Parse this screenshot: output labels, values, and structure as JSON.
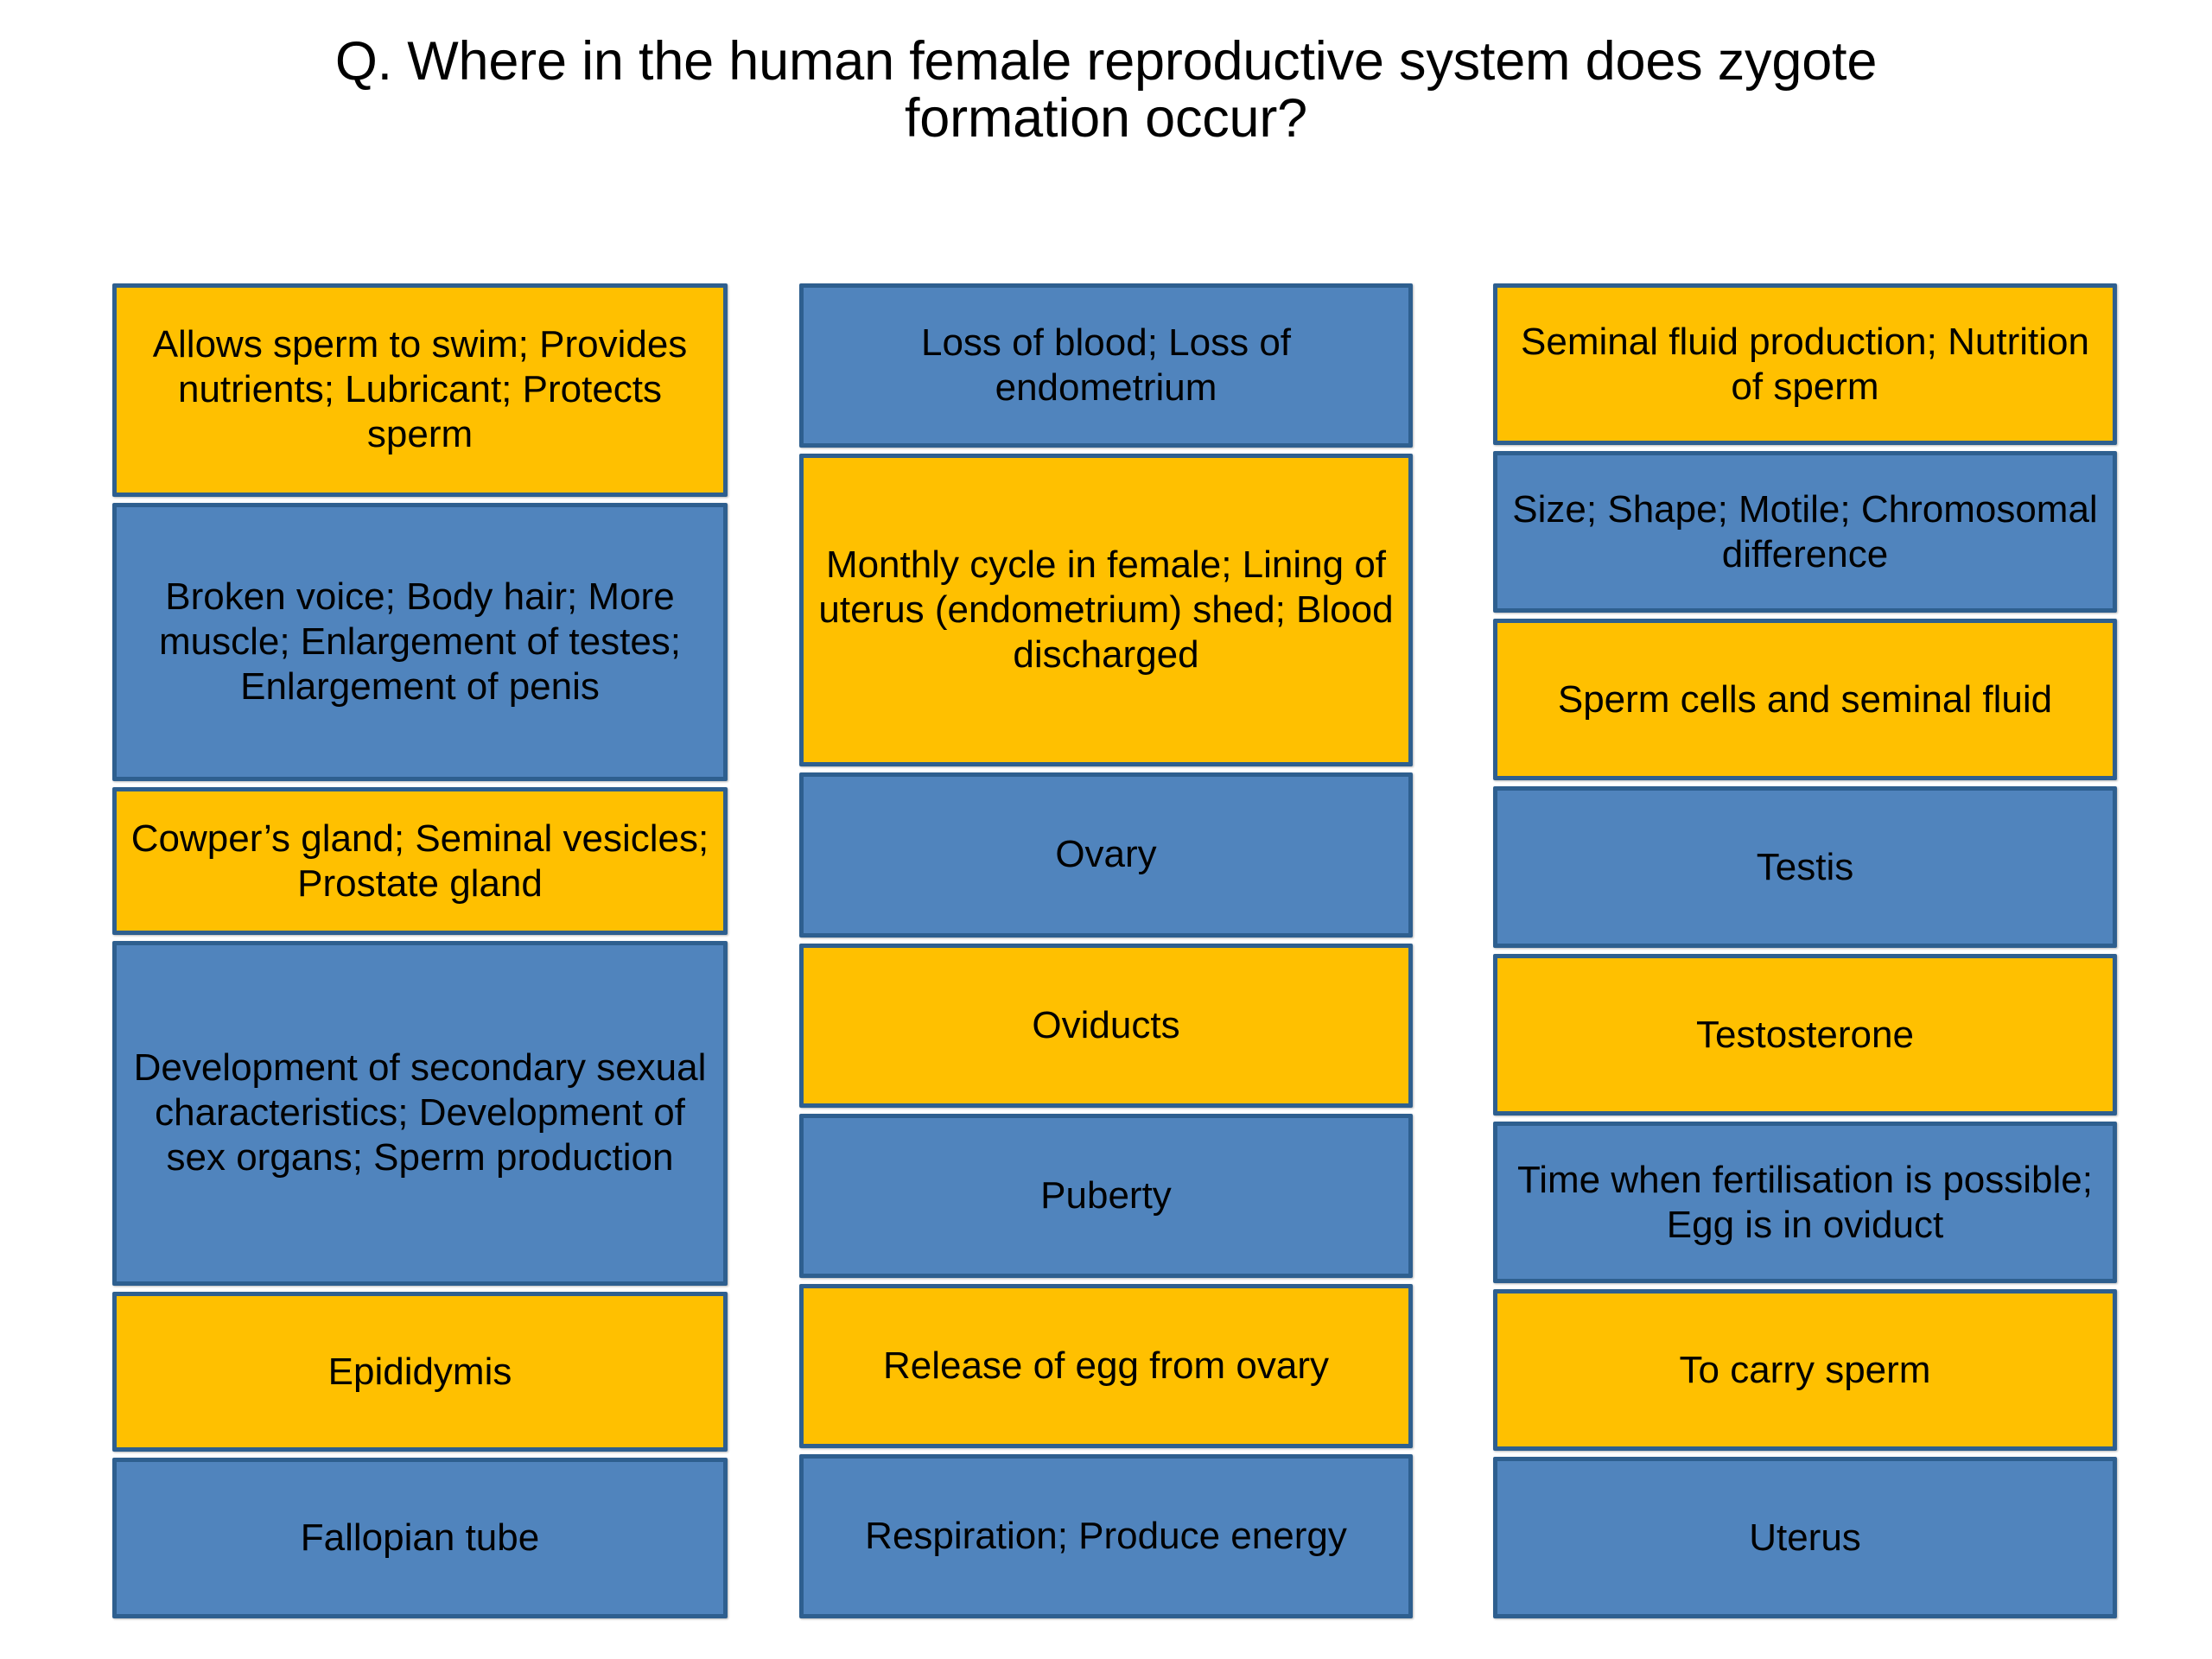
{
  "slide": {
    "title_line_1": "Q. Where in the human female reproductive system does zygote",
    "title_line_2": "formation occur?",
    "colors": {
      "yellow_card": "#FFC000",
      "blue_card": "#5084BD",
      "card_border": "#2E5F8F",
      "text": "#000000",
      "background": "#FFFFFF"
    }
  },
  "columns": [
    {
      "name": "column-1",
      "cards": [
        {
          "text": "Allows sperm to swim; Provides nutrients; Lubricant; Protects sperm",
          "color": "yellow",
          "flex": 3
        },
        {
          "text": "Broken voice; Body hair; More muscle; Enlargement of testes; Enlargement of penis",
          "color": "blue",
          "flex": 4
        },
        {
          "text": "Cowper’s gland; Seminal vesicles; Prostate gland",
          "color": "yellow",
          "flex": 2
        },
        {
          "text": "Development of secondary sexual characteristics; Development of sex organs; Sperm production",
          "color": "blue",
          "flex": 5
        },
        {
          "text": "Epididymis",
          "color": "yellow",
          "flex": 2.2
        },
        {
          "text": "Fallopian tube",
          "color": "blue",
          "flex": 2.2
        }
      ]
    },
    {
      "name": "column-2",
      "cards": [
        {
          "text": "Loss of blood; Loss of endometrium",
          "color": "blue",
          "flex": 2
        },
        {
          "text": "Monthly cycle in female; Lining of uterus (endometrium) shed; Blood discharged",
          "color": "yellow",
          "flex": 4
        },
        {
          "text": "Ovary",
          "color": "blue",
          "flex": 2
        },
        {
          "text": "Oviducts",
          "color": "yellow",
          "flex": 2
        },
        {
          "text": "Puberty",
          "color": "blue",
          "flex": 2
        },
        {
          "text": "Release of egg from ovary",
          "color": "yellow",
          "flex": 2
        },
        {
          "text": "Respiration; Produce energy",
          "color": "blue",
          "flex": 2
        }
      ]
    },
    {
      "name": "column-3",
      "cards": [
        {
          "text": "Seminal fluid production; Nutrition of sperm",
          "color": "yellow",
          "flex": 2
        },
        {
          "text": "Size; Shape; Motile; Chromosomal difference",
          "color": "blue",
          "flex": 2
        },
        {
          "text": "Sperm cells and seminal fluid",
          "color": "yellow",
          "flex": 2
        },
        {
          "text": "Testis",
          "color": "blue",
          "flex": 2
        },
        {
          "text": "Testosterone",
          "color": "yellow",
          "flex": 2
        },
        {
          "text": "Time when fertilisation is possible; Egg is in oviduct",
          "color": "blue",
          "flex": 2
        },
        {
          "text": "To carry sperm",
          "color": "yellow",
          "flex": 2
        },
        {
          "text": "Uterus",
          "color": "blue",
          "flex": 2
        }
      ]
    }
  ]
}
